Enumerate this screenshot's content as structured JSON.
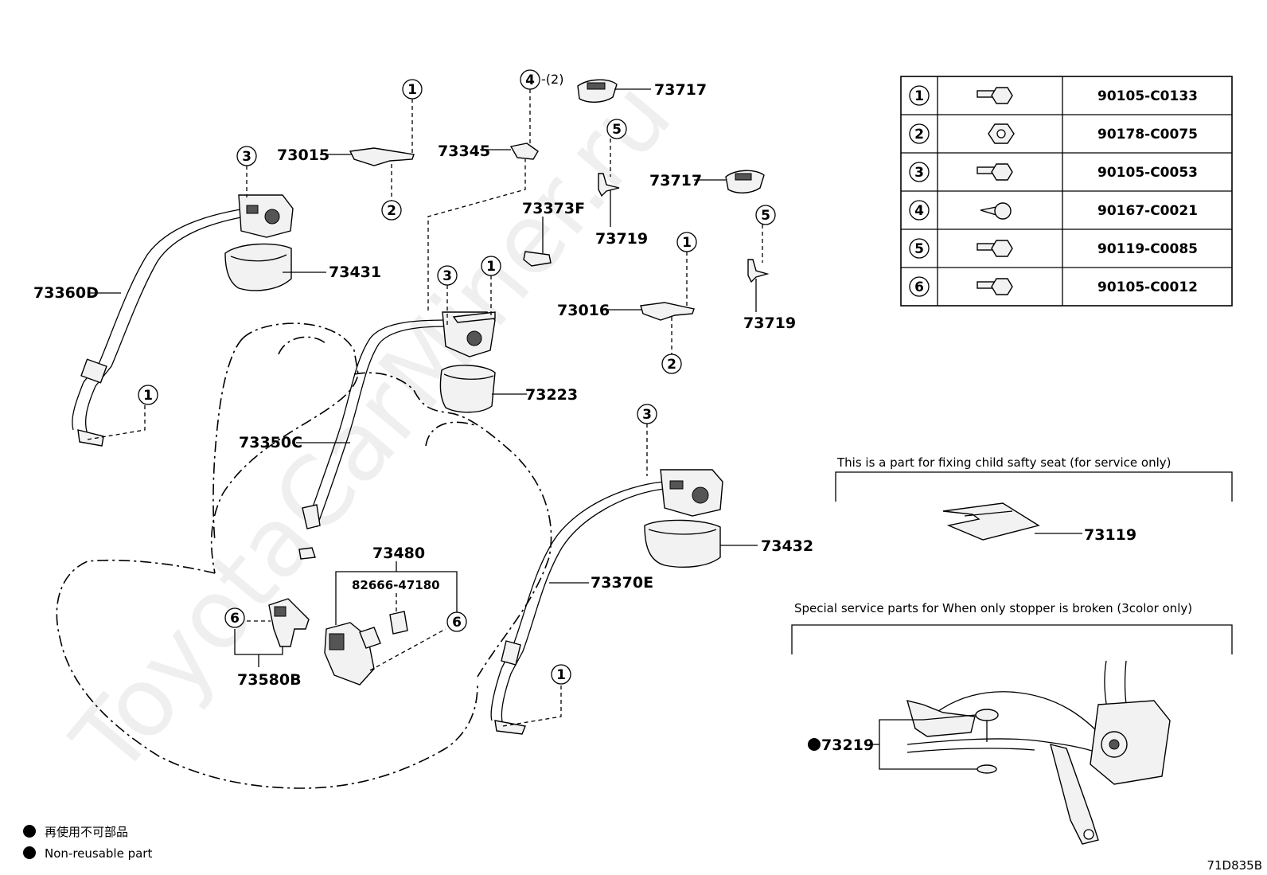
{
  "watermark": "ToyotaCarMiner.ru",
  "parts": {
    "p73360D": "73360D",
    "p73015": "73015",
    "p73345": "73345",
    "p73717a": "73717",
    "p73717b": "73717",
    "p73431": "73431",
    "p73373F": "73373F",
    "p73719a": "73719",
    "p73719b": "73719",
    "p73016": "73016",
    "p73223": "73223",
    "p73350C": "73350C",
    "p73480": "73480",
    "p82666": "82666-47180",
    "p73580B": "73580B",
    "p73432": "73432",
    "p73370E": "73370E",
    "p73119": "73119",
    "p73219": "73219"
  },
  "callouts": {
    "c1": "1",
    "c2": "2",
    "c3": "3",
    "c4": "4",
    "c5": "5",
    "c6": "6",
    "qty_4": "-(2)"
  },
  "fastener_table": {
    "rows": [
      {
        "ref": "1",
        "part_no": "90105-C0133"
      },
      {
        "ref": "2",
        "part_no": "90178-C0075"
      },
      {
        "ref": "3",
        "part_no": "90105-C0053"
      },
      {
        "ref": "4",
        "part_no": "90167-C0021"
      },
      {
        "ref": "5",
        "part_no": "90119-C0085"
      },
      {
        "ref": "6",
        "part_no": "90105-C0012"
      }
    ]
  },
  "notes": {
    "child_seat": "This is a part for fixing child safty seat (for service only)",
    "stopper": "Special service parts for When only stopper is broken (3color only)"
  },
  "legend": {
    "jp": "再使用不可部品",
    "en": "Non-reusable part"
  },
  "diagram_code": "71D835B"
}
